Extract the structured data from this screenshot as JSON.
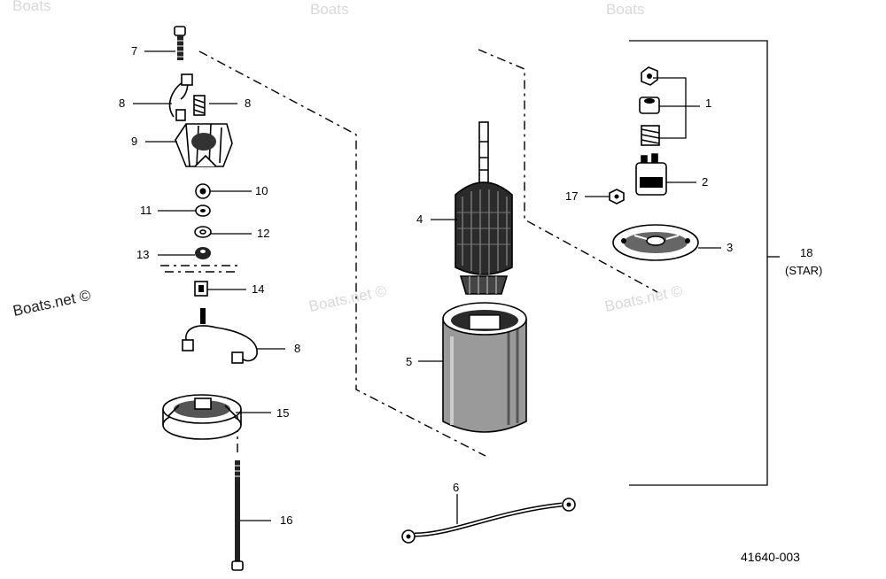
{
  "diagram": {
    "drawing_number": "41640-003",
    "watermark": "Boats.net ©",
    "watermark_top": "Boats",
    "group_label": "18",
    "group_sublabel": "(STAR)",
    "callouts": [
      {
        "id": "c1",
        "text": "1"
      },
      {
        "id": "c2",
        "text": "2"
      },
      {
        "id": "c3",
        "text": "3"
      },
      {
        "id": "c4",
        "text": "4"
      },
      {
        "id": "c5",
        "text": "5"
      },
      {
        "id": "c6",
        "text": "6"
      },
      {
        "id": "c7",
        "text": "7"
      },
      {
        "id": "c8a",
        "text": "8"
      },
      {
        "id": "c8b",
        "text": "8"
      },
      {
        "id": "c8c",
        "text": "8"
      },
      {
        "id": "c9",
        "text": "9"
      },
      {
        "id": "c10",
        "text": "10"
      },
      {
        "id": "c11",
        "text": "11"
      },
      {
        "id": "c12",
        "text": "12"
      },
      {
        "id": "c13",
        "text": "13"
      },
      {
        "id": "c14",
        "text": "14"
      },
      {
        "id": "c15",
        "text": "15"
      },
      {
        "id": "c16",
        "text": "16"
      },
      {
        "id": "c17",
        "text": "17"
      }
    ]
  }
}
